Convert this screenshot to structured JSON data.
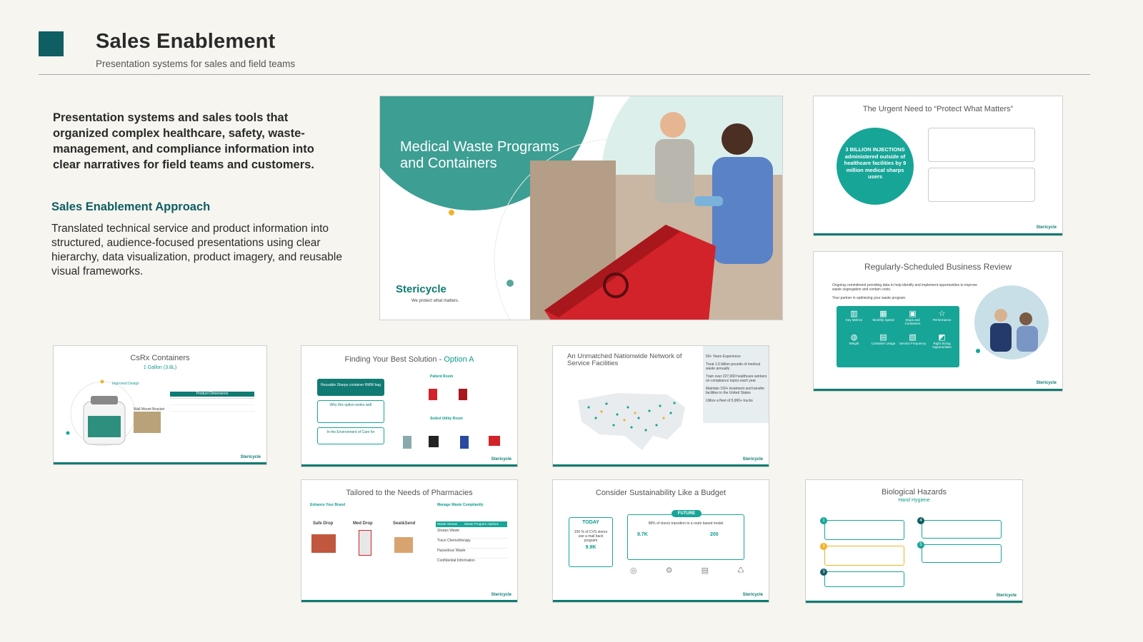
{
  "header": {
    "title": "Sales Enablement",
    "subtitle": "Presentation systems for sales and field teams"
  },
  "intro": "Presentation systems and sales tools that organized complex healthcare, safety, waste-management, and compliance information into clear narratives for field teams and customers.",
  "approach": {
    "heading": "Sales Enablement Approach",
    "body": "Translated technical service and product information into structured, audience-focused presentations using clear hierarchy, data visualization, product imagery, and reusable visual frameworks."
  },
  "brand": {
    "logo": "Stericycle",
    "tagline": "We protect what matters.",
    "teal": "#0f7b73",
    "accent_teal": "#17a598",
    "yellow": "#f0b429",
    "red": "#d2232a"
  },
  "slides": {
    "hero": {
      "title": "Medical Waste Programs and Containers"
    },
    "urgent": {
      "title": "The Urgent Need to “Protect What Matters”",
      "stat": "3 BILLION INJECTIONS administered outside of healthcare facilities by 9 million medical sharps users"
    },
    "review": {
      "title": "Regularly-Scheduled Business Review",
      "body": "Ongoing commitment providing data to help identify and implement opportunities to improve waste segregation and contain costs.",
      "sub": "Your partner in optimizing your waste program.",
      "items": [
        "Key Metrics",
        "Monthly Spend",
        "Stops and Containers",
        "Performance",
        "Weight",
        "Container Usage",
        "Service Frequency",
        "Right Sizing Opportunities"
      ]
    },
    "csrx": {
      "title": "CsRx Containers",
      "subtitle": "1 Gallon (3.8L)",
      "table_title": "Product Dimensions",
      "label1": "Improved Design",
      "label2": "Wall Mount Bracket"
    },
    "solution": {
      "title": "Finding Your Best Solution -",
      "title_accent": "Option A",
      "box1": "Reusable Sharps container RMW bag",
      "box2": "Why this option works well",
      "box3": "In the Environment of Care for",
      "patient_room": "Patient Room",
      "soiled_room": "Soiled Utility Room"
    },
    "network": {
      "title": "An Unmatched Nationwide Network of Service Facilities",
      "stats": [
        "50+ Years Experience",
        "Treat 1.6 billion pounds of medical waste annually",
        "Train over 227,000 healthcare workers on compliance topics each year",
        "Maintain 150+ treatment and transfer facilities in the United States",
        "Utilize a fleet of 5,900+ trucks"
      ]
    },
    "pharmacies": {
      "title": "Tailored to the Needs of Pharmacies",
      "left_head": "Enhance Your Brand",
      "right_head": "Manage Waste Compliantly",
      "brands": [
        "Safe Drop",
        "Med Drop",
        "Seal&Send"
      ],
      "table_head": [
        "Waste Stream",
        "Waste Program Options"
      ],
      "table_rows": [
        "Sharps Waste",
        "Trace Chemotherapy",
        "Hazardous Waste",
        "Confidential Information"
      ]
    },
    "sustain": {
      "title": "Consider Sustainability Like a Budget",
      "today": "TODAY",
      "future": "FUTURE",
      "today_stat": "100 % of CVS stores use a mail back program",
      "today_num": "9.9K",
      "future_text": "98% of stores transition to a route based model",
      "future_num1": "9.7K",
      "future_num2": "200"
    },
    "hazards": {
      "title": "Biological Hazards",
      "subtitle": "Hand Hygiene",
      "steps": [
        "1",
        "2",
        "3",
        "4",
        "5"
      ]
    }
  }
}
